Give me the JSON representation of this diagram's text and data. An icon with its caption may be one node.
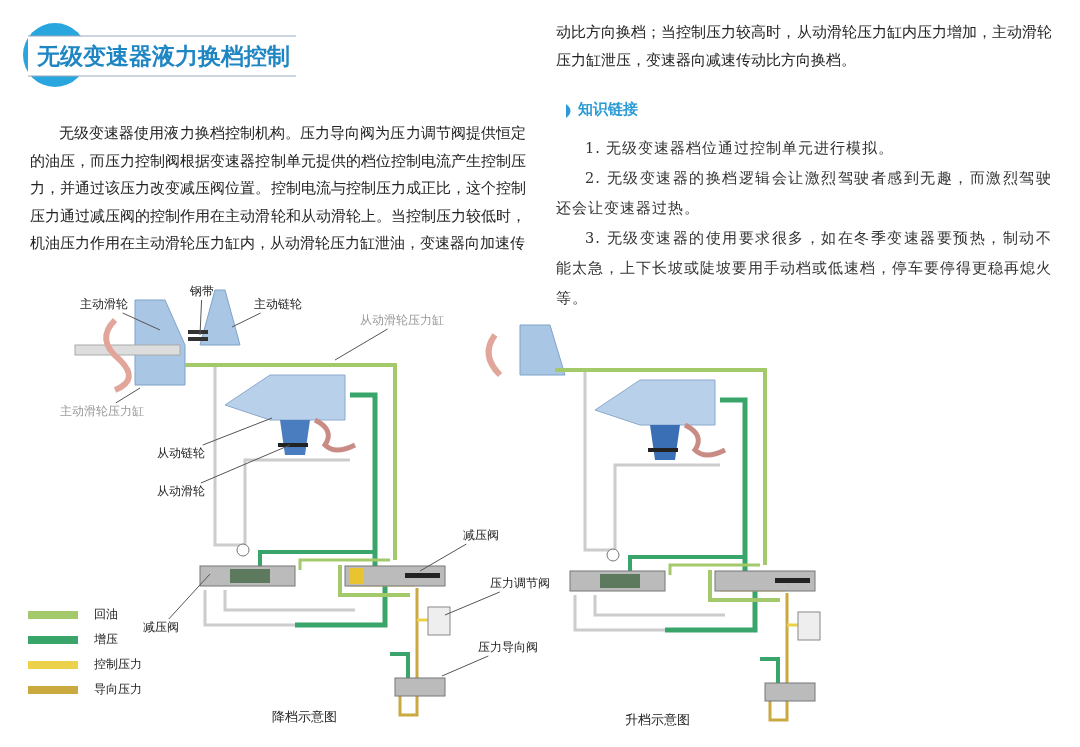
{
  "diagram": {
    "title": "无级变速器液力换档控制",
    "nodes": [
      {
        "text": [
          "主动滑轮"
        ]
      },
      {
        "text": [
          "钢带"
        ]
      },
      {
        "text": [
          "主动链轮"
        ]
      },
      {
        "text": [
          "从动滑轮压力缸"
        ]
      },
      {
        "text": [
          "主动滑轮压力缸"
        ]
      },
      {
        "text": [
          "从动链轮"
        ]
      },
      {
        "text": [
          "从动滑轮"
        ]
      },
      {
        "text": [
          "减压阀"
        ]
      },
      {
        "text": [
          "压力调节阀"
        ]
      },
      {
        "text": [
          "压力导向阀"
        ]
      },
      {
        "text": [
          "减压阀"
        ]
      }
    ],
    "edges": [
      {
        "from": 0,
        "to": null,
        "arrow": "none"
      },
      {
        "from": 1,
        "to": null,
        "arrow": "none"
      },
      {
        "from": 2,
        "to": null,
        "arrow": "none"
      },
      {
        "from": 3,
        "to": null,
        "arrow": "none"
      },
      {
        "from": 4,
        "to": null,
        "arrow": "none"
      },
      {
        "from": 5,
        "to": null,
        "arrow": "none"
      },
      {
        "from": 6,
        "to": null,
        "arrow": "none"
      },
      {
        "from": 7,
        "to": null,
        "arrow": "none"
      },
      {
        "from": 8,
        "to": null,
        "arrow": "none"
      },
      {
        "from": 9,
        "to": null,
        "arrow": "none"
      },
      {
        "from": 10,
        "to": null,
        "arrow": "none"
      }
    ],
    "labels": [
      "无级变速器使用液力换档控制机构。压力导向阀为压力调节阀提供恒定的油压，而压力控制阀根据变速器控制单元提供的档位控制电流产生控制压力，并通过该压力改变减压阀位置。控制电流与控制压力成正比，这个控制压力通过减压阀的控制作用在主动滑轮和从动滑轮上。当控制压力较低时，机油压力作用在主动滑轮压力缸内，从动滑轮压力缸泄油，变速器向加速传",
      "动比方向换档；当控制压力较高时，从动滑轮压力缸内压力增加，主动滑轮压力缸泄压，变速器向减速传动比方向换档。",
      "知识链接",
      "1. 无级变速器档位通过控制单元进行模拟。",
      "2. 无级变速器的换档逻辑会让激烈驾驶者感到无趣，而激烈驾驶还会让变速器过热。",
      "3. 无级变速器的使用要求很多，如在冬季变速器要预热，制动不能太急，上下长坡或陡坡要用手动档或低速档，停车要停得更稳再熄火等。",
      "降档示意图",
      "升档示意图"
    ],
    "legend": [
      {
        "text": "回油",
        "color": "#a3c96b"
      },
      {
        "text": "增压",
        "color": "#3aa56a"
      },
      {
        "text": "控制压力",
        "color": "#ecd24a"
      },
      {
        "text": "导向压力",
        "color": "#c9a940"
      }
    ]
  }
}
